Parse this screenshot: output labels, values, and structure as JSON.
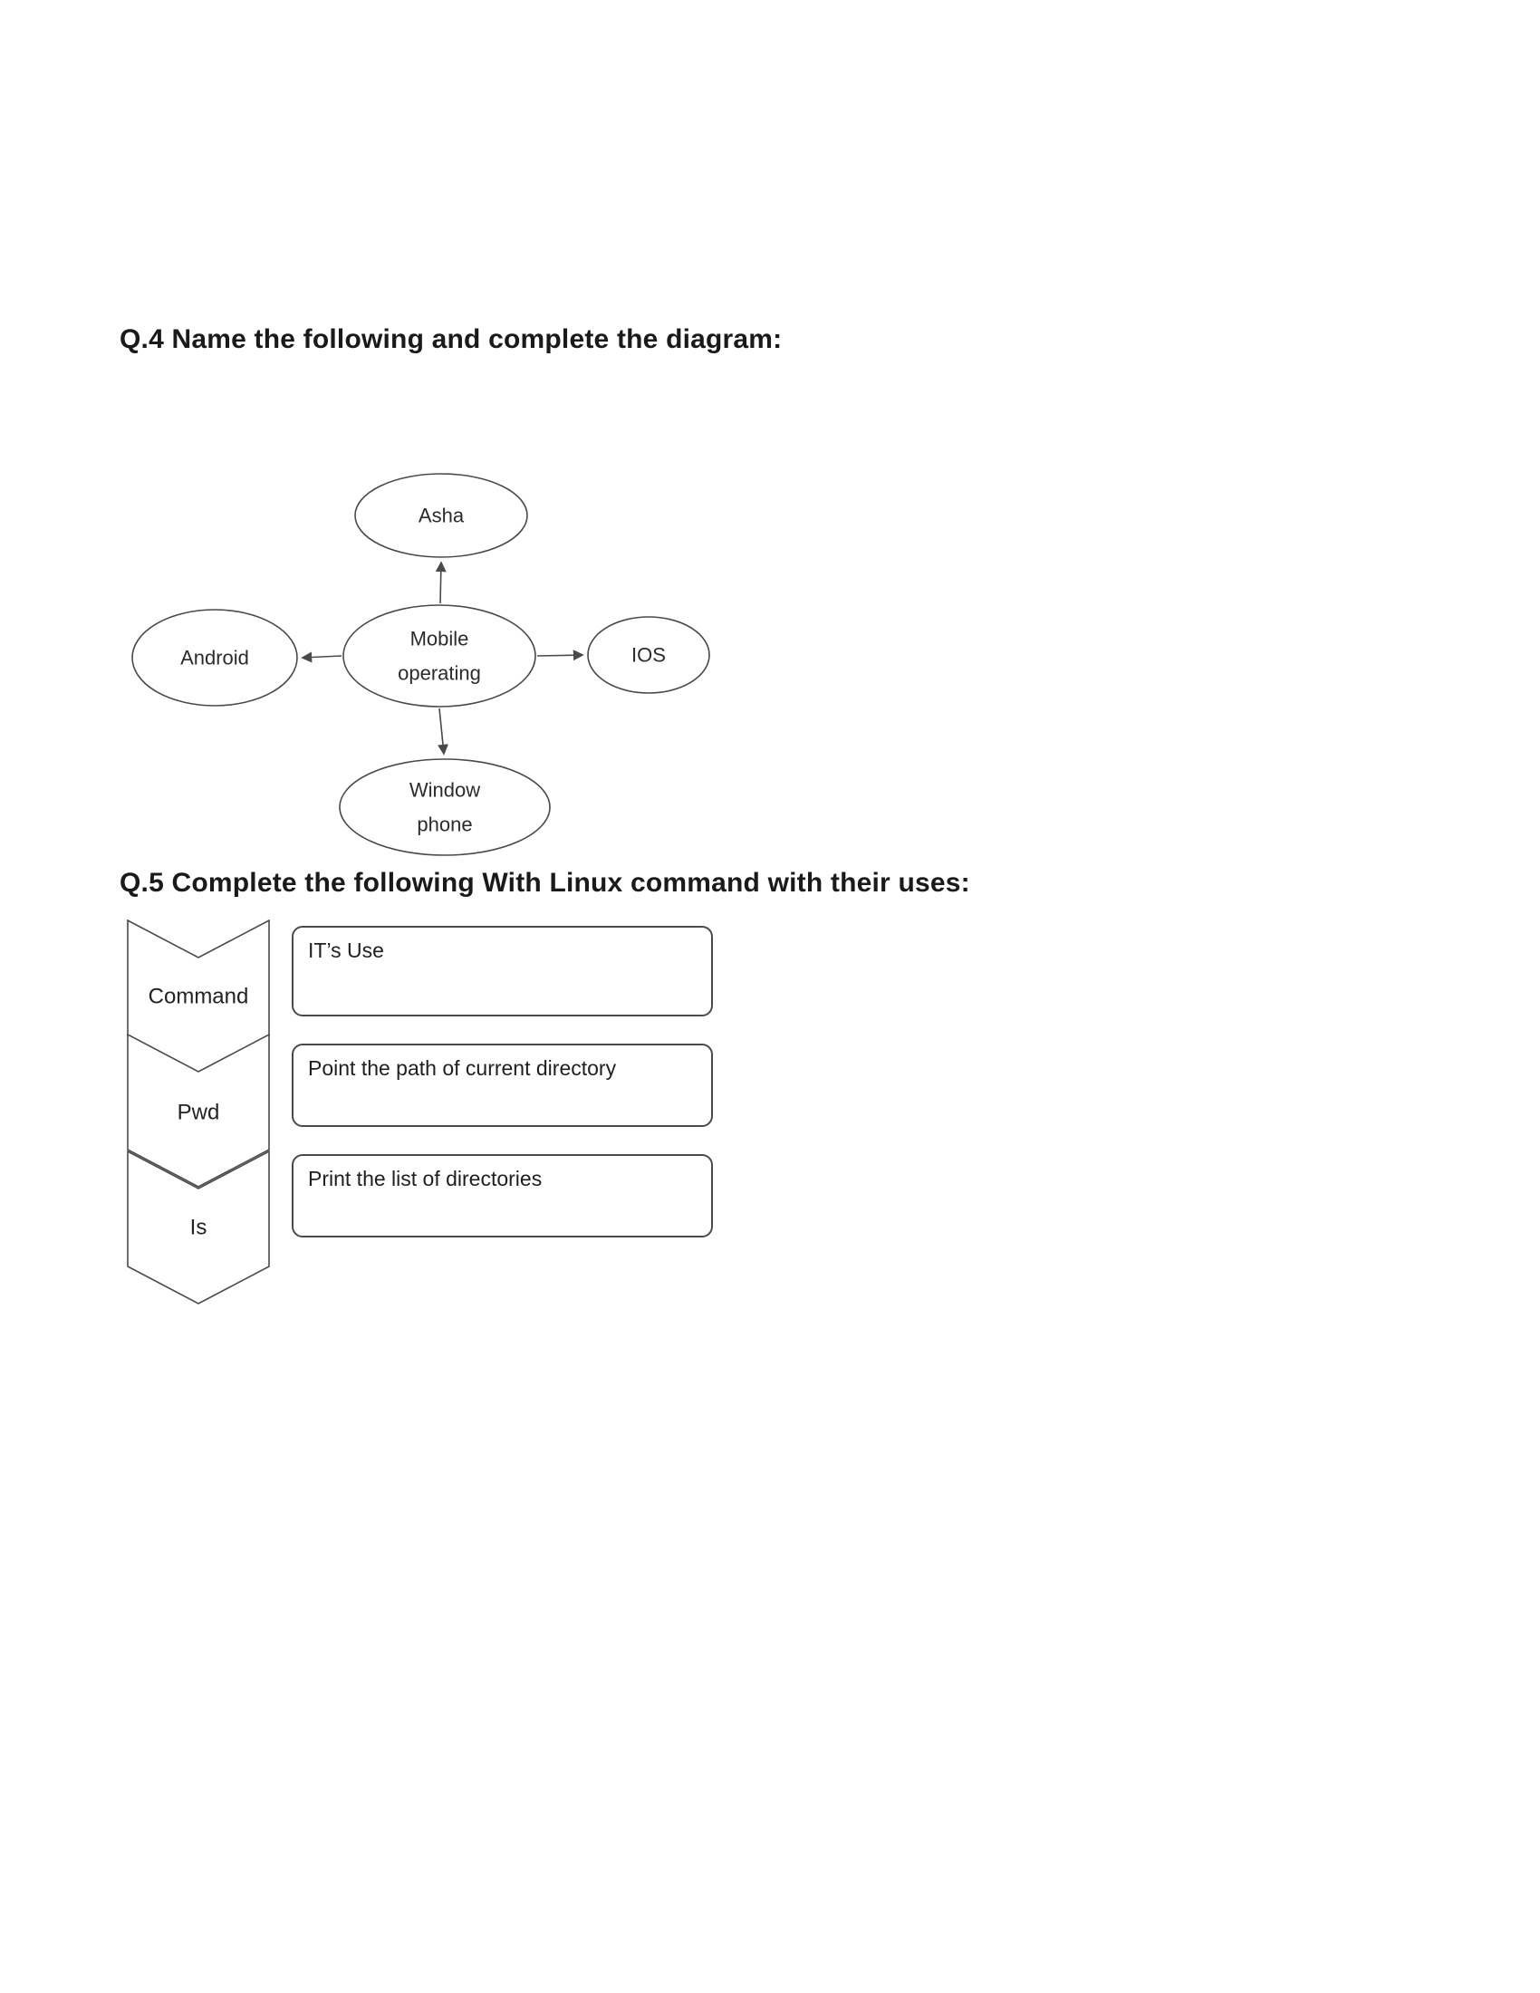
{
  "q4": {
    "heading": "Q.4 Name the following and complete the diagram:",
    "nodes": {
      "top": "Asha",
      "left": "Android",
      "center_line1": "Mobile",
      "center_line2": "operating",
      "right": "IOS",
      "bottom_line1": "Window",
      "bottom_line2": "phone"
    }
  },
  "q5": {
    "heading": "Q.5 Complete the following With Linux command with their uses:",
    "rows": [
      {
        "command": "Command",
        "use": "IT’s Use"
      },
      {
        "command": "Pwd",
        "use": "Point the path of current directory"
      },
      {
        "command": "Is",
        "use": "Print the list of directories"
      }
    ]
  }
}
